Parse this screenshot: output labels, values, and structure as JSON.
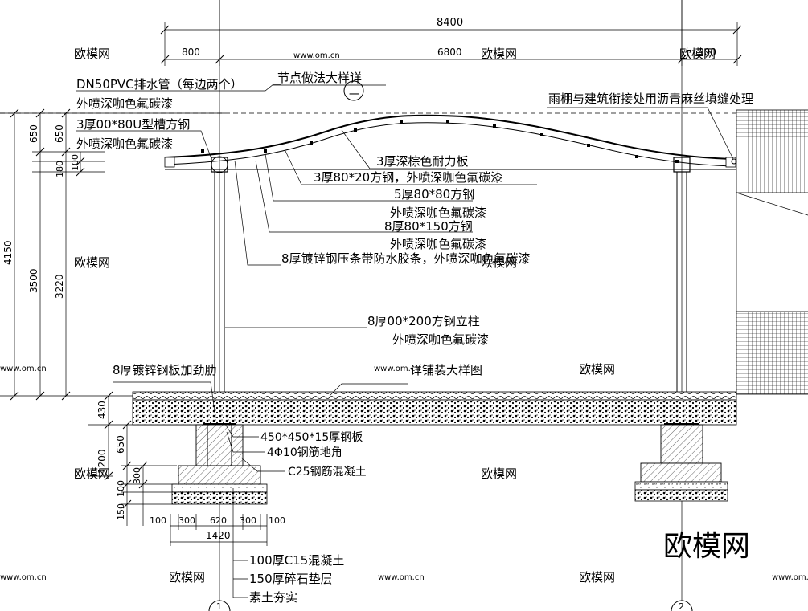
{
  "dimensions_top": {
    "total": "8400",
    "left": "800",
    "middle": "6800",
    "right": "800"
  },
  "dimensions_left": {
    "overall": "4150",
    "canopy_a": "650",
    "canopy_b": "650",
    "beam_a": "180",
    "beam_b": "100",
    "column_a": "3500",
    "column_b": "3220",
    "ground": "430",
    "footing_total": "1200",
    "pier": "650",
    "step": "300",
    "pad": "100",
    "base": "150"
  },
  "dimensions_bottom": {
    "d1": "100",
    "d2": "300",
    "d3": "620",
    "d4": "300",
    "d5": "100",
    "total": "1420"
  },
  "labels": {
    "drain_pipe": "DN50PVC排水管（每边两个）",
    "paint_1": "外喷深咖色氟碳漆",
    "channel_steel": "3厚00*80U型槽方钢",
    "paint_2": "外喷深咖色氟碳漆",
    "node_detail": "节点做法大样详",
    "node_symbol": "一",
    "sealing": "雨棚与建筑衔接处用沥青麻丝填缝处理",
    "panel": "3厚深棕色耐力板",
    "steel_20": "3厚80*20方钢，外喷深咖色氟碳漆",
    "steel_80": "5厚80*80方钢",
    "paint_3": "外喷深咖色氟碳漆",
    "steel_150": "8厚80*150方钢",
    "paint_4": "外喷深咖色氟碳漆",
    "strip": "8厚镀锌钢压条带防水胶条，外喷深咖色氟碳漆",
    "column": "8厚00*200方钢立柱",
    "paint_5": "外喷深咖色氟碳漆",
    "rib": "8厚镀锌钢板加劲肋",
    "paving": "详铺装大样图",
    "plate": "450*450*15厚钢板",
    "anchor": "4Φ10钢筋地角",
    "concrete_c25": "C25钢筋混凝土",
    "layer_1": "100厚C15混凝土",
    "layer_2": "150厚碎石垫层",
    "layer_3": "素土夯实",
    "axis_1": "1",
    "axis_2": "2"
  },
  "watermarks": {
    "brand": "欧模网",
    "site": "www.om.cn"
  },
  "colors": {
    "line": "#000000",
    "watermark": "#d0d0d0"
  }
}
